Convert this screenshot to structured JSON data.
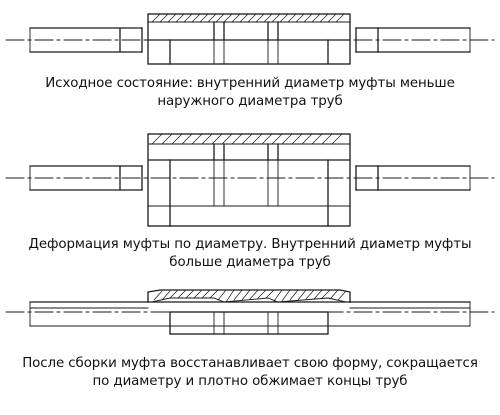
{
  "stages": [
    {
      "id": "initial",
      "caption_lines": [
        "Исходное состояние: внутренний диаметр муфты меньше",
        "наружного диаметра труб"
      ]
    },
    {
      "id": "expanded",
      "caption_lines": [
        "Деформация муфты по диаметру. Внутренний диаметр муфты",
        "больше диаметра труб"
      ]
    },
    {
      "id": "assembled",
      "caption_lines": [
        "После сборки муфта восстанавливает свою форму, сокращается",
        "по диаметру и плотно обжимает концы труб"
      ]
    }
  ],
  "colors": {
    "line": "#1a1a1a",
    "background": "#ffffff"
  }
}
